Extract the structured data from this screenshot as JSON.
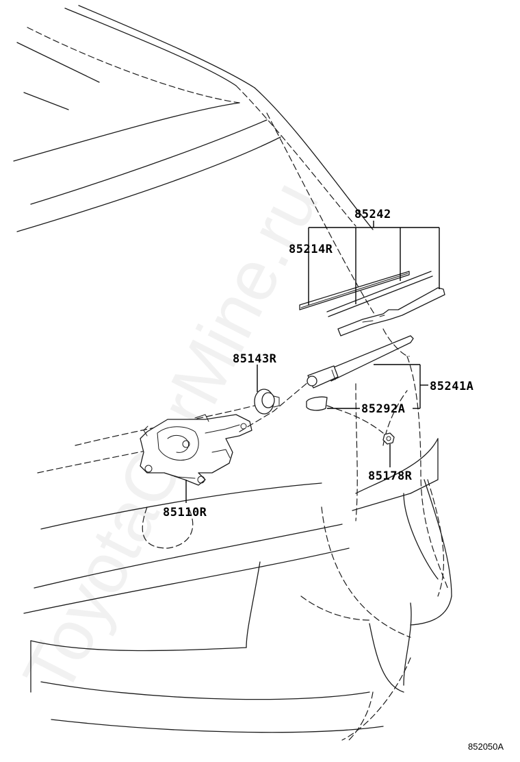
{
  "parts": {
    "p85242": "85242",
    "p85214R": "85214R",
    "p85143R": "85143R",
    "p85241A": "85241A",
    "p85292A": "85292A",
    "p85178R": "85178R",
    "p85110R": "85110R"
  },
  "diagram_code": "852050A",
  "watermark": "ToyotaCarMine.ru"
}
